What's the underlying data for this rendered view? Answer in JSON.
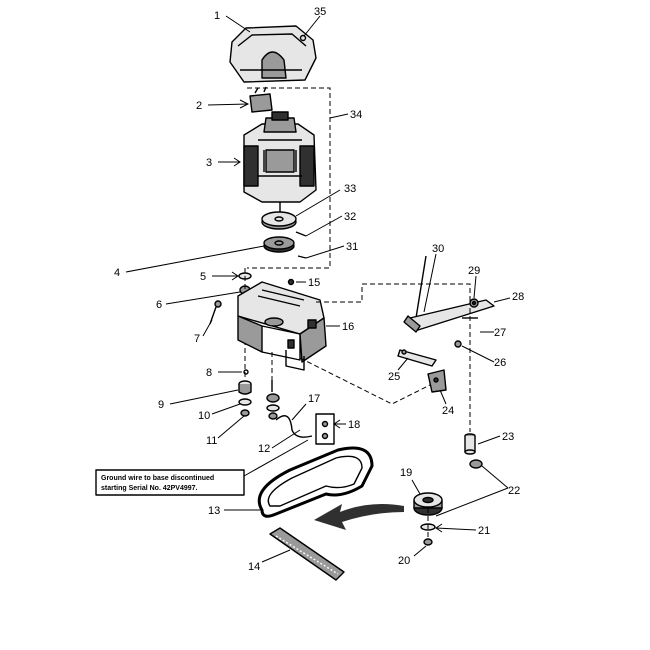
{
  "callouts": [
    {
      "id": "c1",
      "text": "1"
    },
    {
      "id": "c35",
      "text": "35"
    },
    {
      "id": "c2",
      "text": "2"
    },
    {
      "id": "c34",
      "text": "34"
    },
    {
      "id": "c3",
      "text": "3"
    },
    {
      "id": "c33",
      "text": "33"
    },
    {
      "id": "c32",
      "text": "32"
    },
    {
      "id": "c31",
      "text": "31"
    },
    {
      "id": "c4",
      "text": "4"
    },
    {
      "id": "c5",
      "text": "5"
    },
    {
      "id": "c15",
      "text": "15"
    },
    {
      "id": "c6",
      "text": "6"
    },
    {
      "id": "c7",
      "text": "7"
    },
    {
      "id": "c16",
      "text": "16"
    },
    {
      "id": "c8",
      "text": "8"
    },
    {
      "id": "c9",
      "text": "9"
    },
    {
      "id": "c10",
      "text": "10"
    },
    {
      "id": "c11",
      "text": "11"
    },
    {
      "id": "c17",
      "text": "17"
    },
    {
      "id": "c18",
      "text": "18"
    },
    {
      "id": "c12",
      "text": "12"
    },
    {
      "id": "c30",
      "text": "30"
    },
    {
      "id": "c29",
      "text": "29"
    },
    {
      "id": "c28",
      "text": "28"
    },
    {
      "id": "c27",
      "text": "27"
    },
    {
      "id": "c26",
      "text": "26"
    },
    {
      "id": "c25",
      "text": "25"
    },
    {
      "id": "c24",
      "text": "24"
    },
    {
      "id": "c23",
      "text": "23"
    },
    {
      "id": "c22",
      "text": "22"
    },
    {
      "id": "c19",
      "text": "19"
    },
    {
      "id": "c21",
      "text": "21"
    },
    {
      "id": "c20",
      "text": "20"
    },
    {
      "id": "c13",
      "text": "13"
    },
    {
      "id": "c14",
      "text": "14"
    }
  ],
  "note": {
    "line1": "Ground wire to base discontinued",
    "line2": "starting Serial No. 42PV4997."
  }
}
